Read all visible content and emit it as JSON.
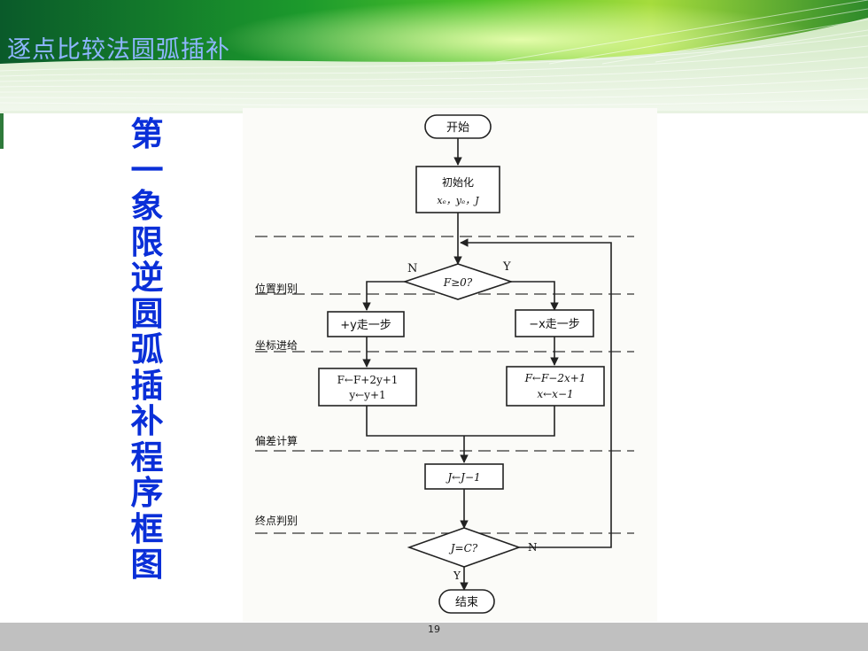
{
  "slide": {
    "title": "逐点比较法圆弧插补",
    "vertical_title": [
      "第",
      "一",
      "象",
      "限",
      "逆",
      "圆",
      "弧",
      "插",
      "补",
      "程",
      "序",
      "框",
      "图"
    ],
    "page_number": "19"
  },
  "flowchart": {
    "start": "开始",
    "init_line1": "初始化",
    "init_line2": "xₑ，yₑ，J",
    "decision1": "F≥0?",
    "decision1_no": "N",
    "decision1_yes": "Y",
    "step_y": "+y走一步",
    "step_x": "−x走一步",
    "calc_left_line1": "F←F+2y+1",
    "calc_left_line2": "y←y+1",
    "calc_right_line1": "F←F−2x+1",
    "calc_right_line2": "x←x−1",
    "counter": "J←J−1",
    "decision2": "J=C?",
    "decision2_no": "N",
    "decision2_yes": "Y",
    "end": "结束",
    "stage_labels": {
      "position": "位置判别",
      "feed": "坐标进给",
      "deviation": "偏差计算",
      "endpoint": "终点判别"
    }
  }
}
